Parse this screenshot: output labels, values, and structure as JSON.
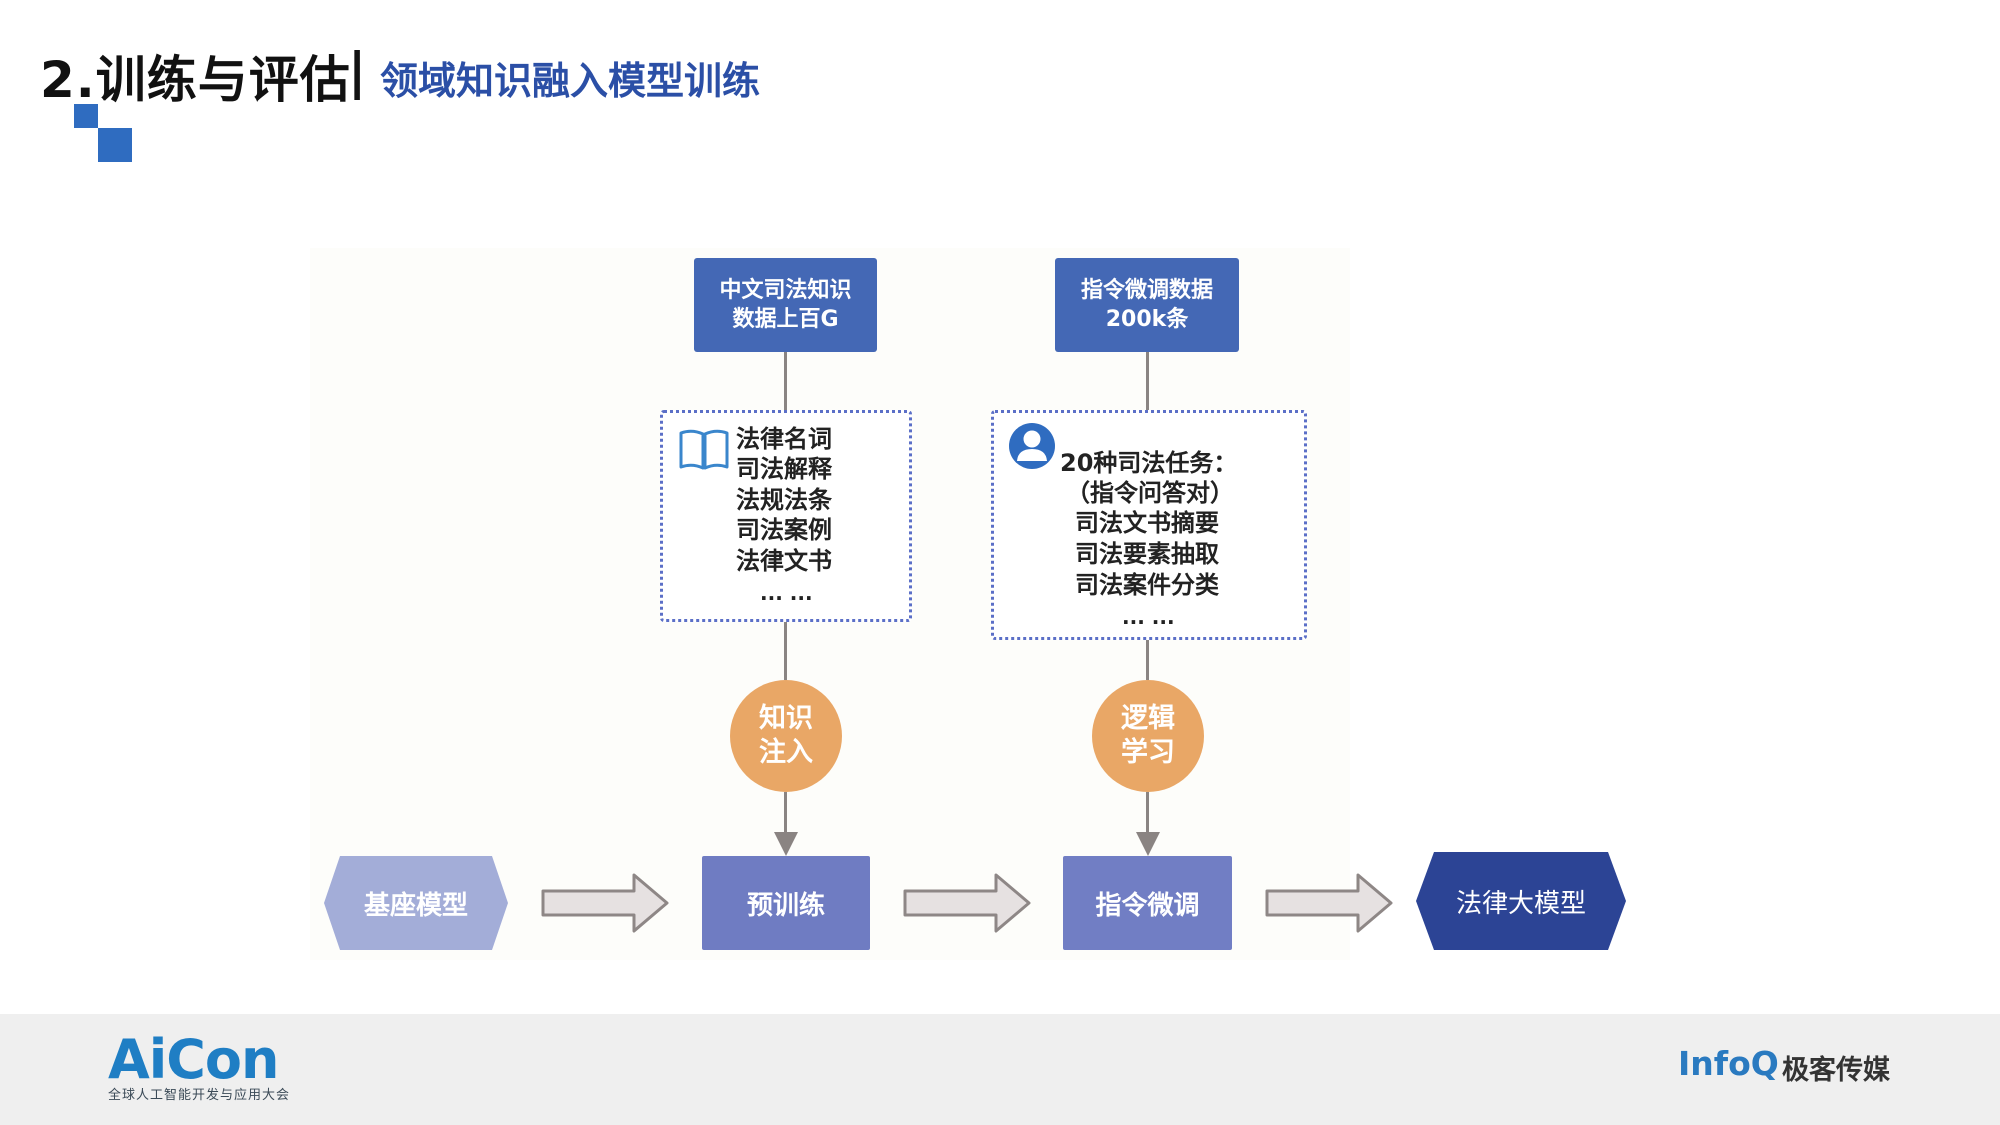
{
  "header": {
    "title": "2.训练与评估",
    "separator": "|",
    "subtitle": "领域知识融入模型训练"
  },
  "diagram": {
    "source_left": {
      "line1": "中文司法知识",
      "line2": "数据上百G"
    },
    "source_right": {
      "line1": "指令微调数据",
      "line2": "200k条"
    },
    "knowledge_topics": [
      "法律名词",
      "司法解释",
      "法规法条",
      "司法案例",
      "法律文书",
      "... ..."
    ],
    "task_list": [
      "20种司法任务：",
      "（指令问答对）",
      "司法文书摘要",
      "司法要素抽取",
      "司法案件分类",
      "... ..."
    ],
    "stage_left": {
      "line1": "知识",
      "line2": "注入"
    },
    "stage_right": {
      "line1": "逻辑",
      "line2": "学习"
    },
    "pipeline": {
      "base_model": "基座模型",
      "pretrain": "预训练",
      "instruction_tuning": "指令微调",
      "legal_model": "法律大模型"
    },
    "colors": {
      "source_box": "#4468b5",
      "circle": "#e9a766",
      "base_model": "#a3add8",
      "pretrain": "#6f7cc2",
      "legal_model": "#2c4495",
      "arrow_fill": "#e6e1e1",
      "arrow_stroke": "#8e8786"
    },
    "icons": [
      "book-icon",
      "user-icon"
    ]
  },
  "footer": {
    "aicon_logo": "AiCon",
    "aicon_tagline": "全球人工智能开发与应用大会",
    "infoq_logo": "InfoQ",
    "geek_label": "极客传媒"
  }
}
